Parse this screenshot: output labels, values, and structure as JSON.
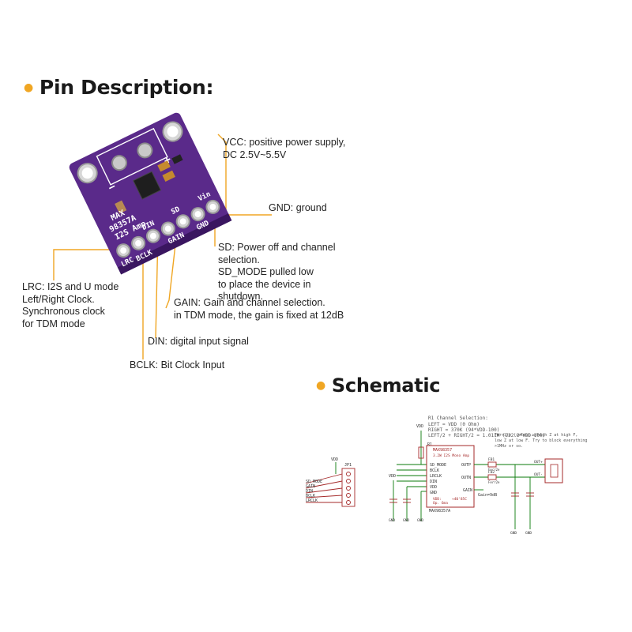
{
  "headings": {
    "pin_description": "Pin Description:",
    "schematic": "Schematic"
  },
  "board": {
    "chip_label_1": "MAX",
    "chip_label_2": "98357A",
    "chip_label_3": "I2S Amp",
    "pin_silk": [
      "LRC",
      "BCLK",
      "DIN",
      "GAIN",
      "SD",
      "GND",
      "Vin"
    ],
    "plus_sign": "+",
    "minus_sign": "−",
    "color": "#5a2a8a"
  },
  "pins": {
    "vcc": "VCC: positive power supply,\nDC 2.5V~5.5V",
    "gnd": "GND: ground",
    "sd": "SD: Power off and channel\nselection.\nSD_MODE pulled low\nto place the device in\nshutdown.",
    "gain": "GAIN: Gain and channel selection.\nin TDM mode, the gain is fixed at 12dB",
    "lrc": "LRC: I2S and U mode\nLeft/Right Clock.\nSynchronous clock\nfor TDM mode",
    "din": "DIN: digital input signal",
    "bclk": "BCLK: Bit Clock Input"
  },
  "schematic": {
    "notes": [
      "R1 Channel Selection:",
      "LEFT = VDD (0 Ohm)",
      "RIGHT = 370K (94*VDD-100)",
      "LEFT/2 + RIGHT/2 = 1.011M (222.2*VDD-100)"
    ],
    "ferrite_note": [
      "Ferrite (select w/high Z at high F,",
      "low Z at low F. Try to block everything",
      ">1MHz or so."
    ],
    "ic_name": "MAX98357",
    "ic_sub": "3.2W I2S Mono Amp",
    "ic_pins_left": [
      "SD_MODE",
      "BCLK",
      "LRCLK",
      "DIN",
      "VDD",
      "GND"
    ],
    "ic_pins_right": [
      "OUTP",
      "OUTN",
      "GAIN"
    ],
    "gain_note": "Gain=9dB",
    "ic_foot": [
      "VDD:",
      "Op. 6ma",
      "+40'85C"
    ],
    "ic_ref": "MAX98357A",
    "header_pins": [
      "SD_MODE",
      "GAIN",
      "DIN",
      "BCLK",
      "LRCLK"
    ],
    "header_ref": "JP1",
    "ferrites": [
      "FB1",
      "FB2"
    ],
    "ferrite_part": "Ferr2e",
    "vdd": "VDD",
    "gnd": "GND",
    "r1": "R1",
    "out": [
      "OUT+",
      "OUT-"
    ]
  }
}
